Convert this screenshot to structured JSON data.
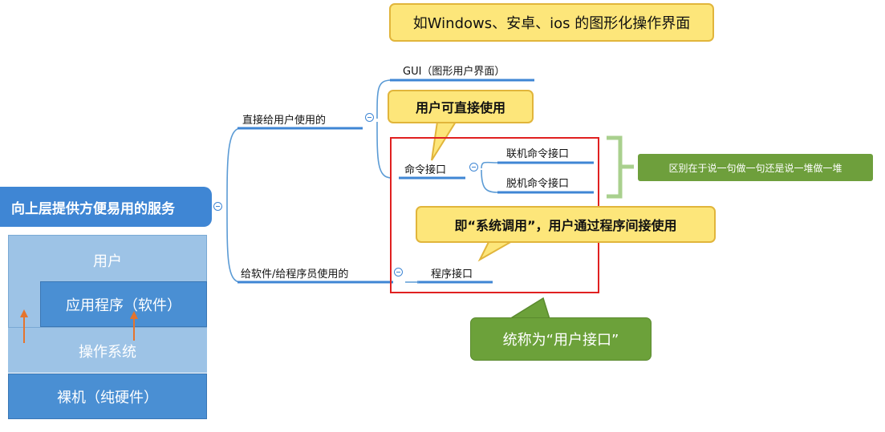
{
  "mindmap": {
    "root": "向上层提供方便易用的服务",
    "direct_branch": "直接给用户使用的",
    "program_branch": "给软件/给程序员使用的",
    "gui": "GUI（图形用户界面）",
    "command": "命令接口",
    "online_command": "联机命令接口",
    "offline_command": "脱机命令接口",
    "program_interface": "程序接口"
  },
  "callouts": {
    "gui_note": "如Windows、安卓、ios 的图形化操作界面",
    "command_note": "用户可直接使用",
    "program_note": "即“系统调用”，用户通过程序间接使用",
    "difference_note": "区别在于说一句做一句还是说一堆做一堆",
    "unified_note": "统称为“用户接口”"
  },
  "stack": {
    "user": "用户",
    "application": "应用程序（软件）",
    "os": "操作系统",
    "hardware": "裸机（纯硬件）"
  },
  "colors": {
    "accent": "#3f86d4",
    "highlight_box": "#e02020",
    "note_green": "#6e9f3c",
    "callout_yellow": "#fde67a"
  }
}
